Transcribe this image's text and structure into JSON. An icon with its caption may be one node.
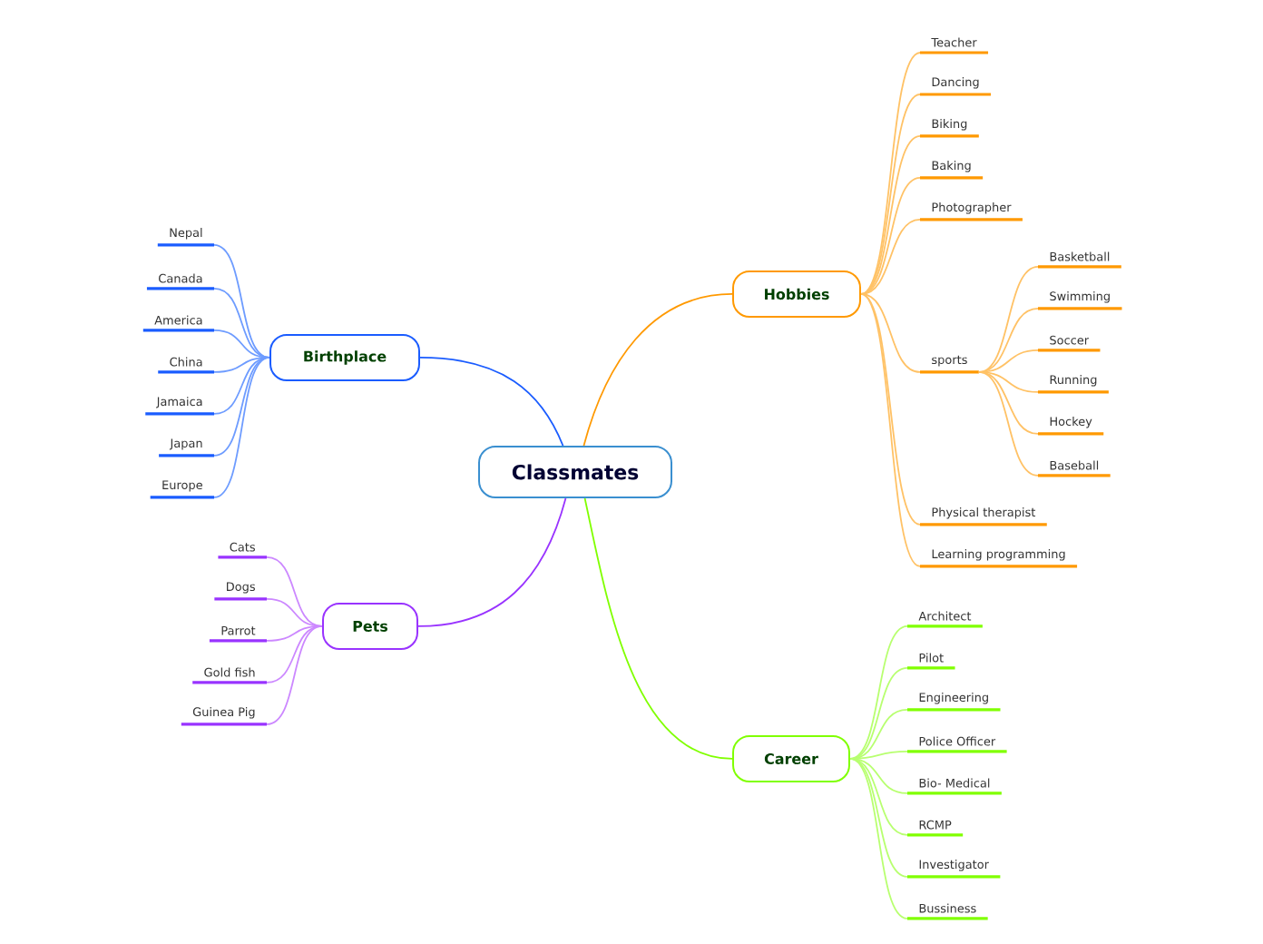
{
  "diagram": {
    "nodes": [
      {
        "text": [
          "Classmates"
        ]
      },
      {
        "text": [
          "Hobbies"
        ]
      },
      {
        "text": [
          "Teacher"
        ]
      },
      {
        "text": [
          "Dancing"
        ]
      },
      {
        "text": [
          "Biking"
        ]
      },
      {
        "text": [
          "Baking"
        ]
      },
      {
        "text": [
          "Photographer"
        ]
      },
      {
        "text": [
          "sports"
        ]
      },
      {
        "text": [
          "Basketball"
        ]
      },
      {
        "text": [
          "Swimming"
        ]
      },
      {
        "text": [
          "Soccer"
        ]
      },
      {
        "text": [
          "Running"
        ]
      },
      {
        "text": [
          "Hockey"
        ]
      },
      {
        "text": [
          "Baseball"
        ]
      },
      {
        "text": [
          "Physical therapist"
        ]
      },
      {
        "text": [
          "Learning programming"
        ]
      },
      {
        "text": [
          "Career"
        ]
      },
      {
        "text": [
          "Architect"
        ]
      },
      {
        "text": [
          "Pilot"
        ]
      },
      {
        "text": [
          "Engineering"
        ]
      },
      {
        "text": [
          "Police Officer"
        ]
      },
      {
        "text": [
          "Bio- Medical"
        ]
      },
      {
        "text": [
          "RCMP"
        ]
      },
      {
        "text": [
          "Investigator"
        ]
      },
      {
        "text": [
          "Bussiness"
        ]
      },
      {
        "text": [
          "Birthplace"
        ]
      },
      {
        "text": [
          "Nepal"
        ]
      },
      {
        "text": [
          "Canada"
        ]
      },
      {
        "text": [
          "America"
        ]
      },
      {
        "text": [
          "China"
        ]
      },
      {
        "text": [
          "Jamaica"
        ]
      },
      {
        "text": [
          "Japan"
        ]
      },
      {
        "text": [
          "Europe"
        ]
      },
      {
        "text": [
          "Pets"
        ]
      },
      {
        "text": [
          "Cats"
        ]
      },
      {
        "text": [
          "Dogs"
        ]
      },
      {
        "text": [
          "Parrot"
        ]
      },
      {
        "text": [
          "Gold fish"
        ]
      },
      {
        "text": [
          "Guinea Pig"
        ]
      }
    ],
    "edges": [
      {
        "from": 0,
        "to": 1,
        "arrow": "none",
        "color": "#ff9900"
      },
      {
        "from": 1,
        "to": 2,
        "arrow": "none",
        "color": "#ffc266"
      },
      {
        "from": 1,
        "to": 3,
        "arrow": "none",
        "color": "#ffc266"
      },
      {
        "from": 1,
        "to": 4,
        "arrow": "none",
        "color": "#ffc266"
      },
      {
        "from": 1,
        "to": 5,
        "arrow": "none",
        "color": "#ffc266"
      },
      {
        "from": 1,
        "to": 6,
        "arrow": "none",
        "color": "#ffc266"
      },
      {
        "from": 1,
        "to": 7,
        "arrow": "none",
        "color": "#ffc266"
      },
      {
        "from": 7,
        "to": 8,
        "arrow": "none",
        "color": "#ffc266"
      },
      {
        "from": 7,
        "to": 9,
        "arrow": "none",
        "color": "#ffc266"
      },
      {
        "from": 7,
        "to": 10,
        "arrow": "none",
        "color": "#ffc266"
      },
      {
        "from": 7,
        "to": 11,
        "arrow": "none",
        "color": "#ffc266"
      },
      {
        "from": 7,
        "to": 12,
        "arrow": "none",
        "color": "#ffc266"
      },
      {
        "from": 7,
        "to": 13,
        "arrow": "none",
        "color": "#ffc266"
      },
      {
        "from": 1,
        "to": 14,
        "arrow": "none",
        "color": "#ffc266"
      },
      {
        "from": 1,
        "to": 15,
        "arrow": "none",
        "color": "#ffc266"
      },
      {
        "from": 0,
        "to": 16,
        "arrow": "none",
        "color": "#80ff00"
      },
      {
        "from": 16,
        "to": 17,
        "arrow": "none",
        "color": "#b8ff70"
      },
      {
        "from": 16,
        "to": 18,
        "arrow": "none",
        "color": "#b8ff70"
      },
      {
        "from": 16,
        "to": 19,
        "arrow": "none",
        "color": "#b8ff70"
      },
      {
        "from": 16,
        "to": 20,
        "arrow": "none",
        "color": "#b8ff70"
      },
      {
        "from": 16,
        "to": 21,
        "arrow": "none",
        "color": "#b8ff70"
      },
      {
        "from": 16,
        "to": 22,
        "arrow": "none",
        "color": "#b8ff70"
      },
      {
        "from": 16,
        "to": 23,
        "arrow": "none",
        "color": "#b8ff70"
      },
      {
        "from": 16,
        "to": 24,
        "arrow": "none",
        "color": "#b8ff70"
      },
      {
        "from": 0,
        "to": 25,
        "arrow": "none",
        "color": "#1a5cff"
      },
      {
        "from": 25,
        "to": 26,
        "arrow": "none",
        "color": "#6e9cff"
      },
      {
        "from": 25,
        "to": 27,
        "arrow": "none",
        "color": "#6e9cff"
      },
      {
        "from": 25,
        "to": 28,
        "arrow": "none",
        "color": "#6e9cff"
      },
      {
        "from": 25,
        "to": 29,
        "arrow": "none",
        "color": "#6e9cff"
      },
      {
        "from": 25,
        "to": 30,
        "arrow": "none",
        "color": "#6e9cff"
      },
      {
        "from": 25,
        "to": 31,
        "arrow": "none",
        "color": "#6e9cff"
      },
      {
        "from": 25,
        "to": 32,
        "arrow": "none",
        "color": "#6e9cff"
      },
      {
        "from": 0,
        "to": 33,
        "arrow": "none",
        "color": "#9933ff"
      },
      {
        "from": 33,
        "to": 34,
        "arrow": "none",
        "color": "#cc88ff"
      },
      {
        "from": 33,
        "to": 35,
        "arrow": "none",
        "color": "#cc88ff"
      },
      {
        "from": 33,
        "to": 36,
        "arrow": "none",
        "color": "#cc88ff"
      },
      {
        "from": 33,
        "to": 37,
        "arrow": "none",
        "color": "#cc88ff"
      },
      {
        "from": 33,
        "to": 38,
        "arrow": "none",
        "color": "#cc88ff"
      }
    ]
  }
}
